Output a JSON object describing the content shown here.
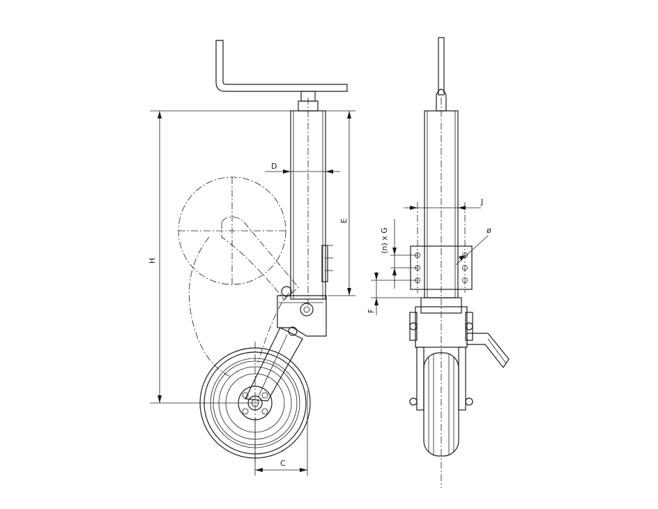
{
  "labels": {
    "h": "H",
    "d": "D",
    "e": "E",
    "c": "C",
    "j": "J",
    "f": "F",
    "g": "(n) x G",
    "diameter": "ø"
  }
}
